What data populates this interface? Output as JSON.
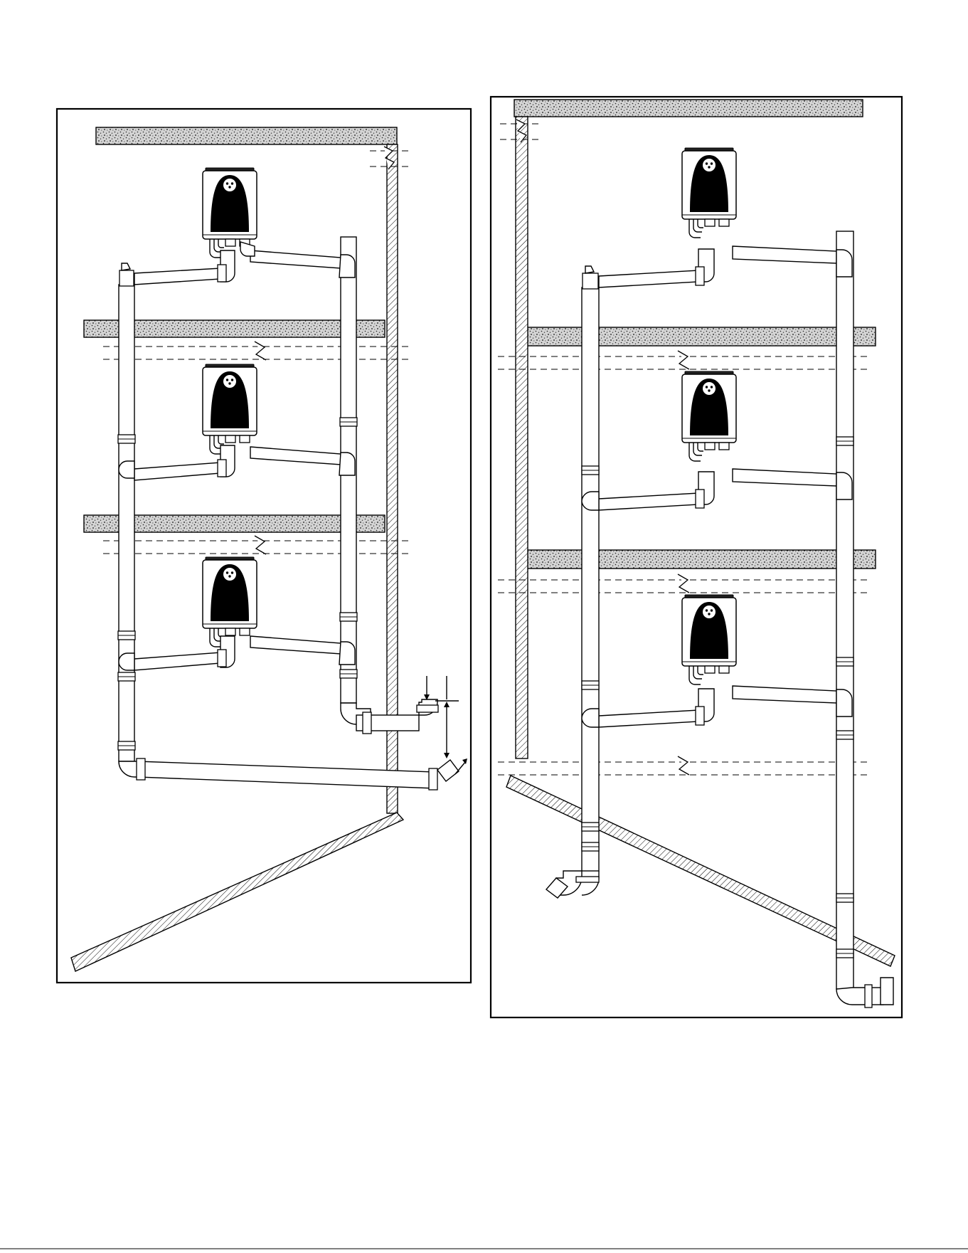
{
  "figure": {
    "panels": [
      {
        "id": "left",
        "floors": 3,
        "termination": "sidewall"
      },
      {
        "id": "right",
        "floors": 3,
        "termination": "vertical-down"
      }
    ]
  }
}
